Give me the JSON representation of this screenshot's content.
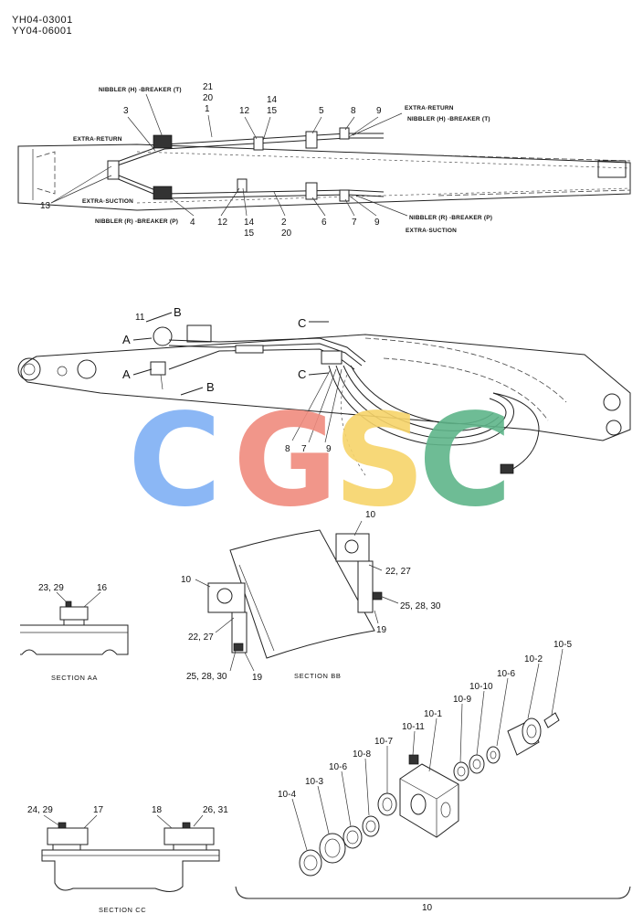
{
  "header": {
    "code1": "YH04-03001",
    "code2": "YY04-06001"
  },
  "top_view": {
    "nibbler_h_breaker_t_left": "NIBBLER (H) -BREAKER (T)",
    "extra_return_left": "EXTRA·RETURN",
    "extra_suction_left": "EXTRA·SUCTION",
    "nibbler_r_breaker_p_left": "NIBBLER (R) -BREAKER (P)",
    "extra_return_right": "EXTRA·RETURN",
    "nibbler_h_breaker_t_right": "NIBBLER (H) -BREAKER (T)",
    "nibbler_r_breaker_p_right": "NIBBLER (R) -BREAKER (P)",
    "extra_suction_right": "EXTRA·SUCTION",
    "n21": "21",
    "n20a": "20",
    "n1": "1",
    "n3": "3",
    "n12a": "12",
    "n14a": "14",
    "n15a": "15",
    "n5": "5",
    "n8a": "8",
    "n9a": "9",
    "n13": "13",
    "n4": "4",
    "n12b": "12",
    "n14b": "14",
    "n15b": "15",
    "n2": "2",
    "n20b": "20",
    "n6": "6",
    "n7a": "7",
    "n9b": "9"
  },
  "side_view": {
    "n11": "11",
    "B1": "B",
    "A1": "A",
    "C1": "C",
    "A2": "A",
    "C2": "C",
    "B2": "B",
    "n8": "8",
    "n7": "7",
    "n9": "9"
  },
  "watermark": {
    "c1": "C",
    "g": "G",
    "s": "S",
    "c2": "C",
    "colors": [
      "#7fb0f5",
      "#f08b7e",
      "#f7d46a",
      "#5fb58a"
    ]
  },
  "section_aa": {
    "label1": "23, 29",
    "label2": "16",
    "title": "SECTION AA"
  },
  "section_bb": {
    "n10a": "10",
    "l2227a": "22, 27",
    "l252830a": "25, 28, 30",
    "n19a": "19",
    "n10b": "10",
    "l2227b": "22, 27",
    "l252830b": "25, 28, 30",
    "n19b": "19",
    "title": "SECTION BB"
  },
  "section_cc": {
    "l1": "24, 29",
    "l2": "17",
    "l3": "18",
    "l4": "26, 31",
    "title": "SECTION CC"
  },
  "block_assembly": {
    "p10_5": "10-5",
    "p10_2": "10-2",
    "p10_6a": "10-6",
    "p10_10": "10-10",
    "p10_9": "10-9",
    "p10_1": "10-1",
    "p10_11": "10-11",
    "p10_7": "10-7",
    "p10_8": "10-8",
    "p10_6b": "10-6",
    "p10_3": "10-3",
    "p10_4": "10-4",
    "group": "10"
  }
}
